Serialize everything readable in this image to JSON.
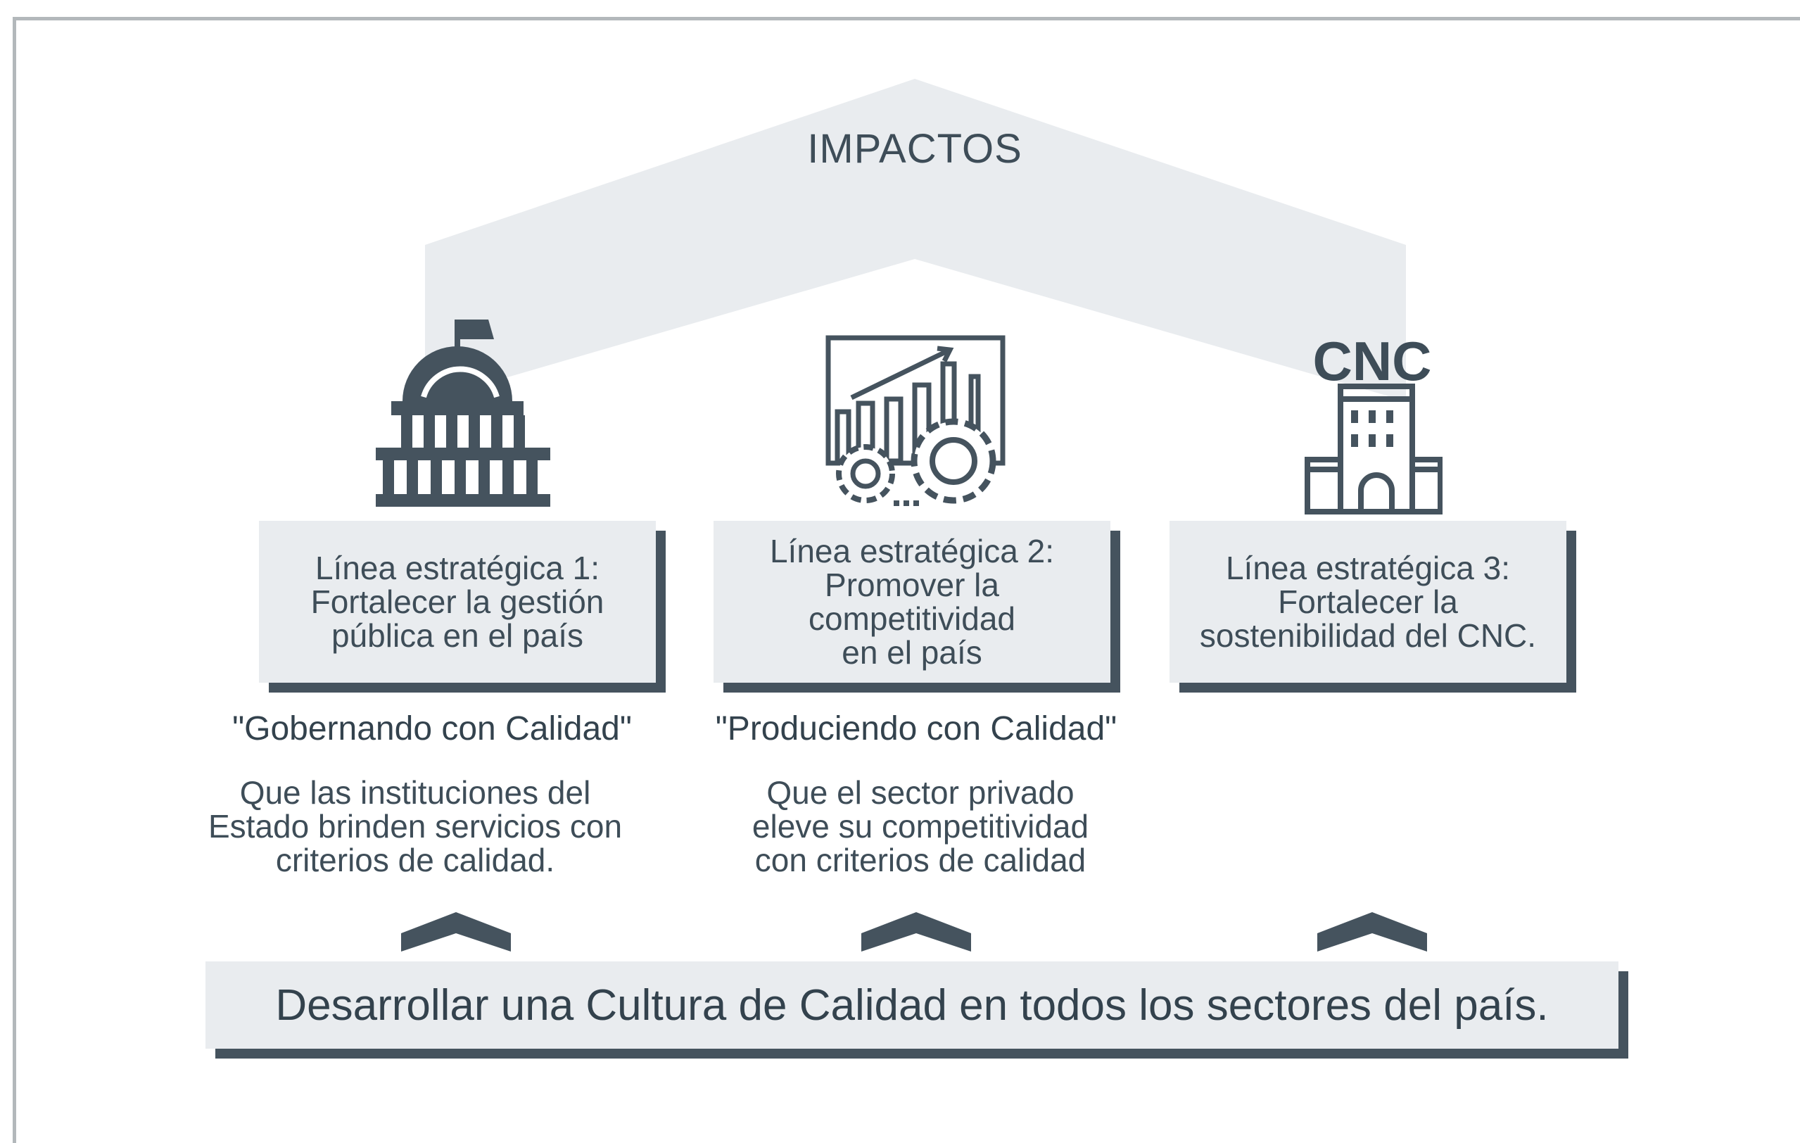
{
  "roof": {
    "title": "IMPACTOS"
  },
  "icons": {
    "capitol": "capitol-building-icon",
    "chart_gears": "chart-gears-icon",
    "building": "office-building-icon",
    "cnc_label": "CNC"
  },
  "lines": [
    {
      "label": "Línea estratégica 1:\nFortalecer la gestión\npública en el país",
      "slogan": "\"Gobernando con Calidad\"",
      "description": "Que las instituciones del\nEstado brinden servicios con\ncriterios de calidad."
    },
    {
      "label": "Línea estratégica 2:\nPromover la\ncompetitividad\nen el país",
      "slogan": "\"Produciendo con Calidad\"",
      "description": "Que el sector privado\neleve su competitividad\ncon criterios de calidad"
    },
    {
      "label": "Línea estratégica 3:\nFortalecer la\nsostenibilidad del CNC.",
      "slogan": "",
      "description": ""
    }
  ],
  "foundation": {
    "text": "Desarrollar una Cultura de Calidad en todos los sectores del país."
  },
  "colors": {
    "dark": "#45535e",
    "light": "#e9ecef",
    "text": "#3e4d58",
    "frame": "#b3b8bb"
  }
}
